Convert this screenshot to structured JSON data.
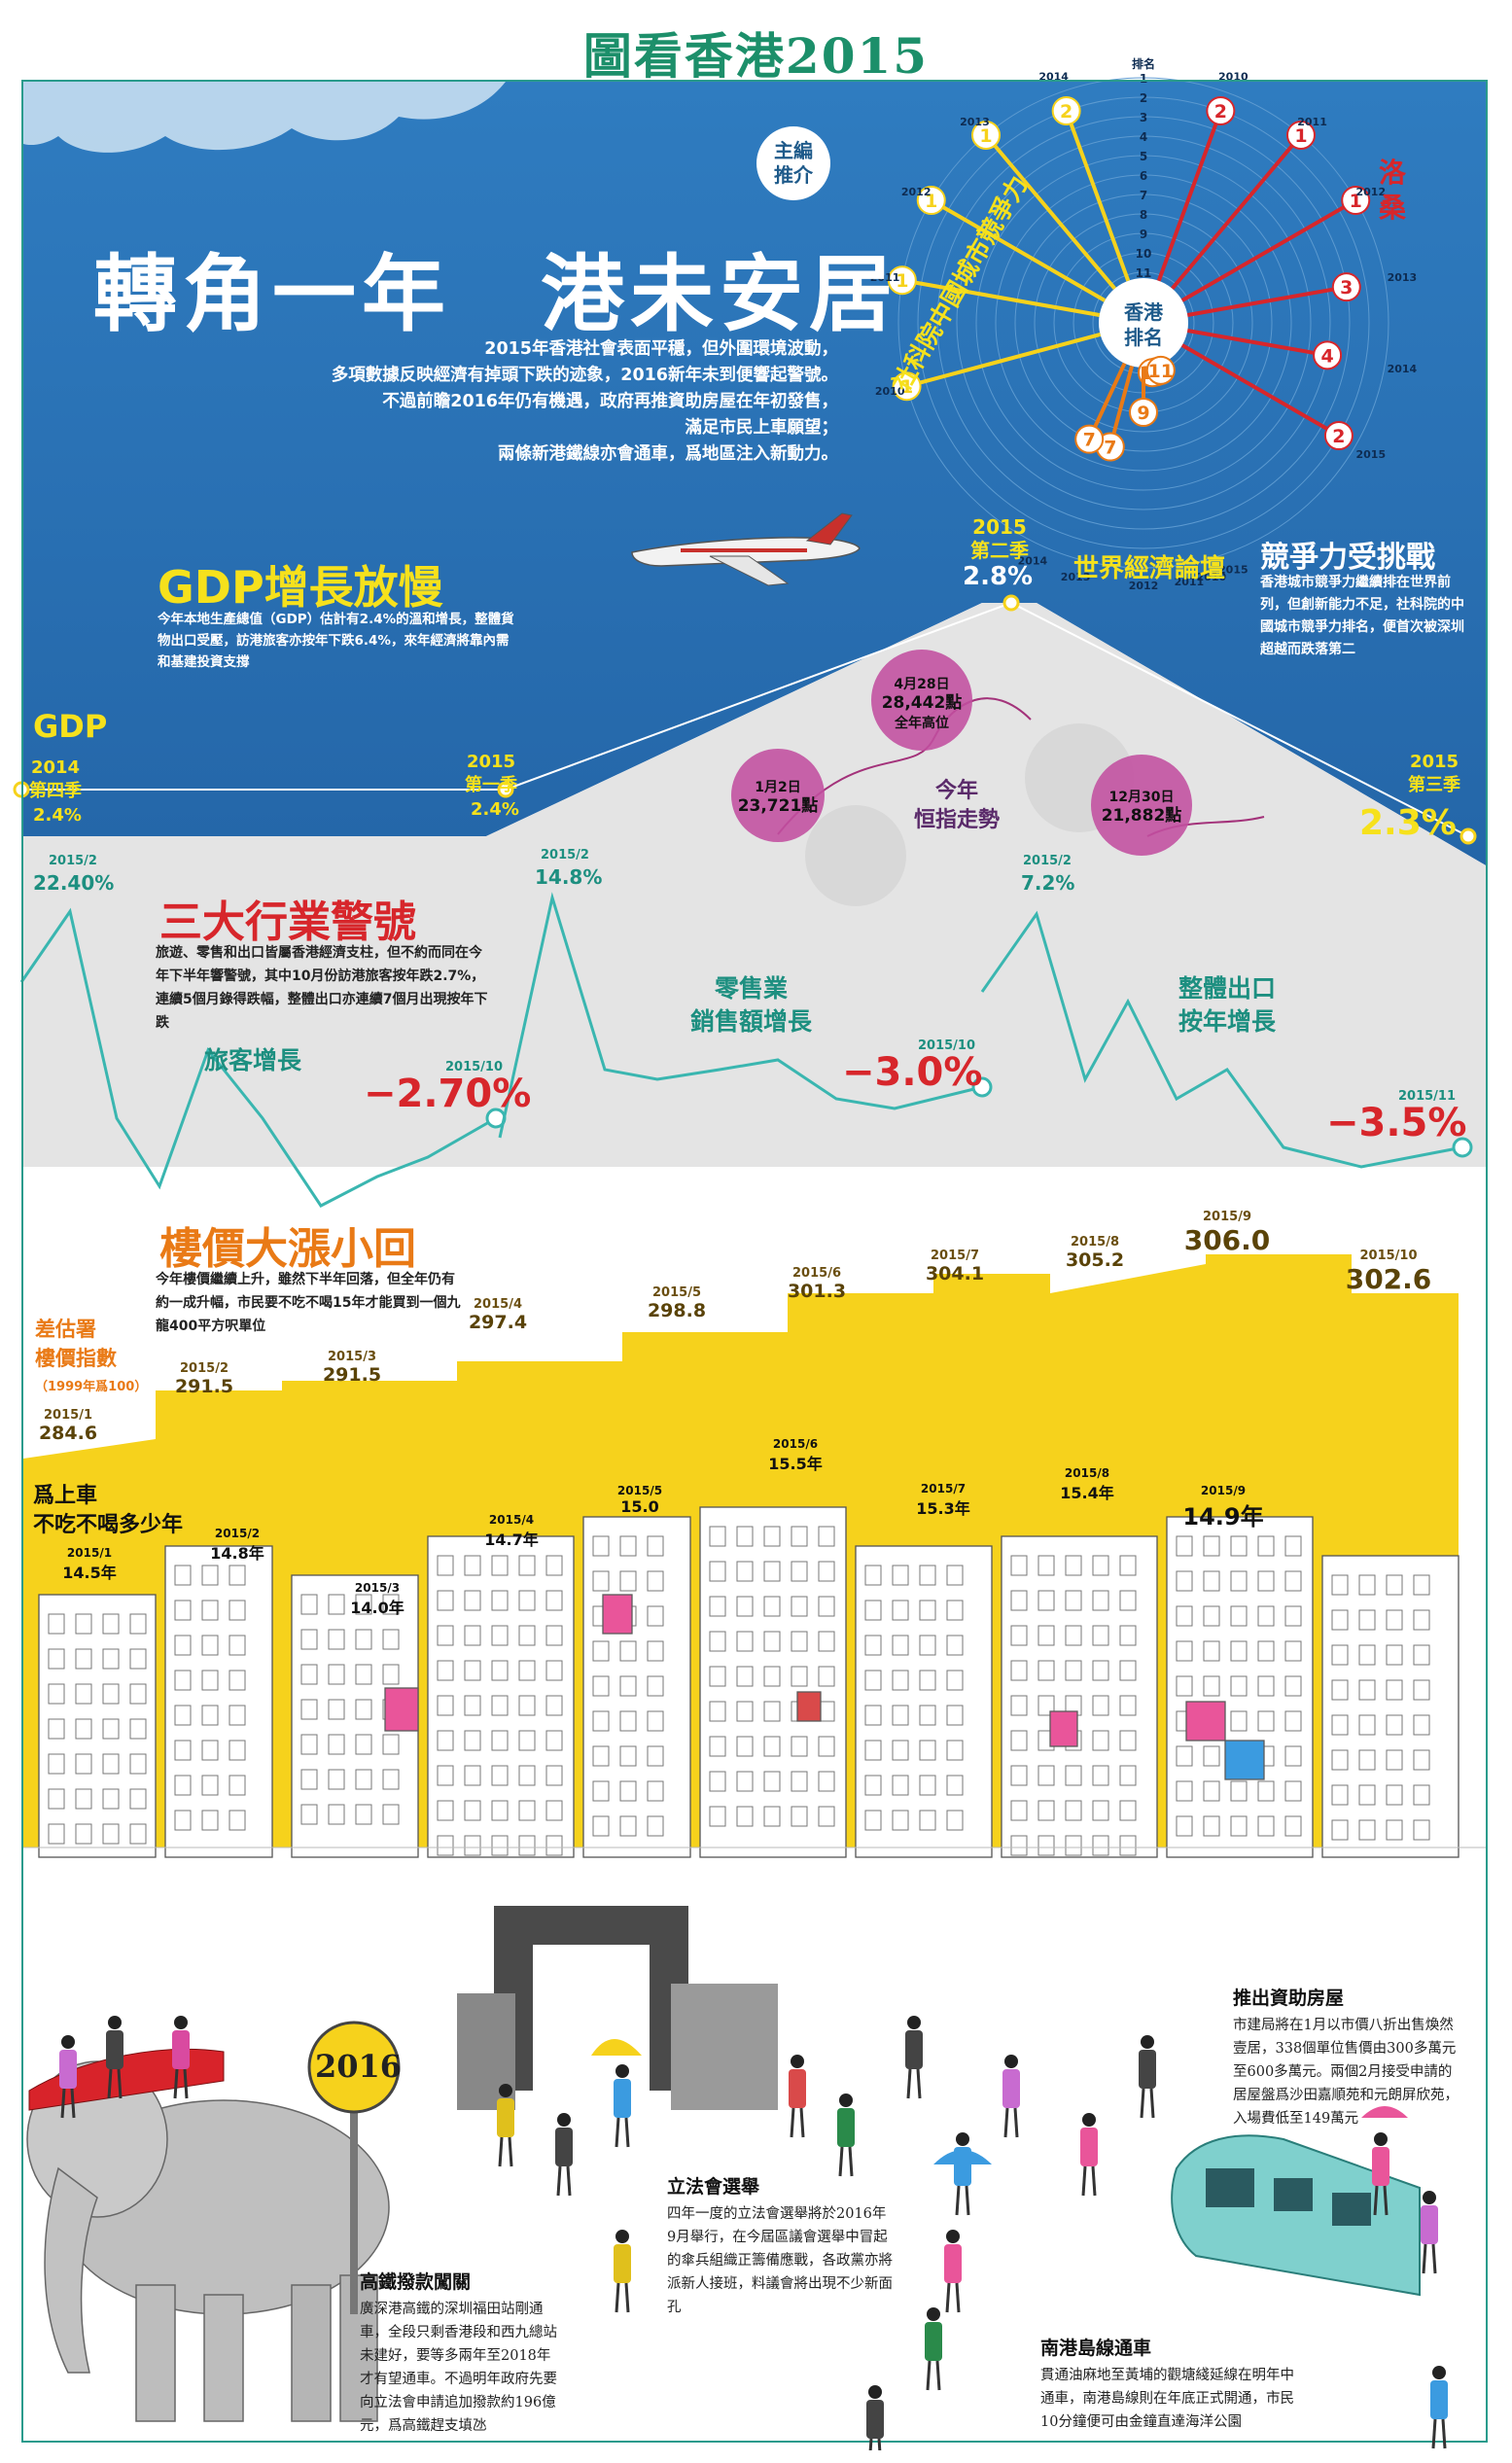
{
  "page_title": "圖看香港2015",
  "badge": {
    "line1": "主編",
    "line2": "推介"
  },
  "main_title": "轉角一年　港未安居",
  "lead": [
    "2015年香港社會表面平穩，但外圍環境波動，",
    "多項數據反映經濟有掉頭下跌的迹象，2016新年未到便響起警號。",
    "不過前瞻2016年仍有機遇，政府再推資助房屋在年初發售，",
    "滿足市民上車願望；",
    "兩條新港鐵線亦會通車，爲地區注入新動力。"
  ],
  "gdp": {
    "title": "GDP增長放慢",
    "text": "今年本地生產總值（GDP）估計有2.4%的溫和增長，整體貨物出口受壓，訪港旅客亦按年下跌6.4%，來年經濟將靠內需和基建投資支撐",
    "label": "GDP",
    "points": [
      {
        "period": "2014\n第四季",
        "value": "2.4%"
      },
      {
        "period": "2015\n第一季",
        "value": "2.4%"
      },
      {
        "period": "2015\n第二季",
        "value": "2.8%"
      },
      {
        "period": "2015\n第三季",
        "value": "2.3%"
      }
    ]
  },
  "competitiveness": {
    "title": "競爭力受挑戰",
    "text": "香港城市競爭力繼續排在世界前列，但創新能力不足，社科院的中國城市競爭力排名，便首次被深圳超越而跌落第二",
    "center_line1": "香港",
    "center_line2": "排名",
    "label_cass": "社科院中國城市競爭力",
    "label_wef": "世界經濟論壇",
    "label_imd": "洛桑",
    "rank_axis_label": "排名",
    "rank_numbers": [
      "1",
      "2",
      "3",
      "4",
      "5",
      "6",
      "7",
      "8",
      "9",
      "10",
      "11"
    ],
    "cass": [
      {
        "year": "2010",
        "rank": "1"
      },
      {
        "year": "2011",
        "rank": "1"
      },
      {
        "year": "2012",
        "rank": "1"
      },
      {
        "year": "2013",
        "rank": "1"
      },
      {
        "year": "2014",
        "rank": "2"
      }
    ],
    "imd": [
      {
        "year": "2010",
        "rank": "2"
      },
      {
        "year": "2011",
        "rank": "1"
      },
      {
        "year": "2012",
        "rank": "1"
      },
      {
        "year": "2013",
        "rank": "3"
      },
      {
        "year": "2014",
        "rank": "4"
      },
      {
        "year": "2015",
        "rank": "2"
      }
    ],
    "wef": [
      {
        "year": "2010",
        "rank": "11"
      },
      {
        "year": "2011",
        "rank": "11"
      },
      {
        "year": "2012",
        "rank": "9"
      },
      {
        "year": "2013",
        "rank": "7"
      },
      {
        "year": "2014",
        "rank": "7"
      },
      {
        "year": "2015",
        "rank": "11"
      }
    ]
  },
  "hsi": {
    "title_line1": "今年",
    "title_line2": "恒指走勢",
    "points": [
      {
        "date": "1月2日",
        "value": "23,721點",
        "note": ""
      },
      {
        "date": "4月28日",
        "value": "28,442點",
        "note": "全年高位"
      },
      {
        "date": "12月30日",
        "value": "21,882點",
        "note": ""
      }
    ]
  },
  "industries": {
    "title": "三大行業警號",
    "text": "旅遊、零售和出口皆屬香港經濟支柱，但不約而同在今年下半年響警號，其中10月份訪港旅客按年跌2.7%，連續5個月錄得跌幅，整體出口亦連續7個月出現按年下跌"
  },
  "visitors": {
    "label": "旅客增長",
    "peak_label": "2015/2",
    "peak_value": "22.40%",
    "end_label": "2015/10",
    "end_value": "−2.70%"
  },
  "retail": {
    "label_line1": "零售業",
    "label_line2": "銷售額增長",
    "peak_label": "2015/2",
    "peak_value": "14.8%",
    "end_label": "2015/10",
    "end_value": "−3.0%"
  },
  "exports": {
    "label_line1": "整體出口",
    "label_line2": "按年增長",
    "peak_label": "2015/2",
    "peak_value": "7.2%",
    "end_label": "2015/11",
    "end_value": "−3.5%"
  },
  "property": {
    "title": "樓價大漲小回",
    "text": "今年樓價繼續上升，雖然下半年回落，但全年仍有約一成升幅，市民要不吃不喝15年才能買到一個九龍400平方呎單位",
    "index_label_line1": "差估署",
    "index_label_line2": "樓價指數",
    "index_label_line3": "（1999年爲100）",
    "afford_label_line1": "爲上車",
    "afford_label_line2": "不吃不喝多少年"
  },
  "captions": {
    "hsr": {
      "title": "高鐵撥款闖關",
      "text": "廣深港高鐵的深圳福田站剛通車，全段只剩香港段和西九總站未建好，要等多兩年至2018年才有望通車。不過明年政府先要向立法會申請追加撥款約196億元，爲高鐵趕支填氹"
    },
    "legco": {
      "title": "立法會選舉",
      "text": "四年一度的立法會選舉將於2016年9月舉行，在今屆區議會選舉中冒起的傘兵組織正籌備應戰，各政黨亦將派新人接班，料議會將出現不少新面孔"
    },
    "housing": {
      "title": "推出資助房屋",
      "text": "市建局將在1月以市價八折出售煥然壹居，338個單位售價由300多萬元至600多萬元。兩個2月接受申請的居屋盤爲沙田嘉順苑和元朗屏欣苑，入場費低至149萬元"
    },
    "sil": {
      "title": "南港島線通車",
      "text": "貫通油麻地至黃埔的觀塘綫延線在明年中通車，南港島線則在年底正式開通，市民10分鐘便可由金鐘直達海洋公園"
    },
    "sign": "2016"
  },
  "colors": {
    "sky": "#2a73b8",
    "yellow": "#f6d21c",
    "teal": "#3ab6b0",
    "red": "#d7262b",
    "orange": "#e97a16",
    "title_green": "#1c8f6a"
  },
  "chart_data": [
    {
      "type": "line",
      "title": "GDP",
      "categories": [
        "2014 第四季",
        "2015 第一季",
        "2015 第二季",
        "2015 第三季"
      ],
      "values": [
        2.4,
        2.4,
        2.8,
        2.3
      ],
      "ylabel": ""
    },
    {
      "type": "line",
      "title": "今年恒指走勢",
      "categories": [
        "1月2日",
        "4月28日",
        "12月30日"
      ],
      "values": [
        23721,
        28442,
        21882
      ]
    },
    {
      "type": "line",
      "title": "旅客增長",
      "categories": [
        "2015/2",
        "2015/10"
      ],
      "values": [
        22.4,
        -2.7
      ]
    },
    {
      "type": "line",
      "title": "零售業銷售額增長",
      "categories": [
        "2015/2",
        "2015/10"
      ],
      "values": [
        14.8,
        -3.0
      ]
    },
    {
      "type": "line",
      "title": "整體出口按年增長",
      "categories": [
        "2015/2",
        "2015/11"
      ],
      "values": [
        7.2,
        -3.5
      ]
    },
    {
      "type": "bar",
      "title": "差估署樓價指數（1999年爲100）",
      "categories": [
        "2015/1",
        "2015/2",
        "2015/3",
        "2015/4",
        "2015/5",
        "2015/6",
        "2015/7",
        "2015/8",
        "2015/9",
        "2015/10"
      ],
      "values": [
        284.6,
        291.5,
        291.5,
        297.4,
        298.8,
        301.3,
        304.1,
        305.2,
        306.0,
        302.6
      ]
    },
    {
      "type": "bar",
      "title": "爲上車不吃不喝多少年",
      "categories": [
        "2015/1",
        "2015/2",
        "2015/3",
        "2015/4",
        "2015/5",
        "2015/6",
        "2015/7",
        "2015/8",
        "2015/9"
      ],
      "values": [
        14.5,
        14.8,
        14.0,
        14.7,
        15.0,
        15.5,
        15.3,
        15.4,
        14.9
      ],
      "labels": [
        "14.5年",
        "14.8年",
        "14.0年",
        "14.7年",
        "15.0",
        "15.5年",
        "15.3年",
        "15.4年",
        "14.9年"
      ]
    }
  ]
}
